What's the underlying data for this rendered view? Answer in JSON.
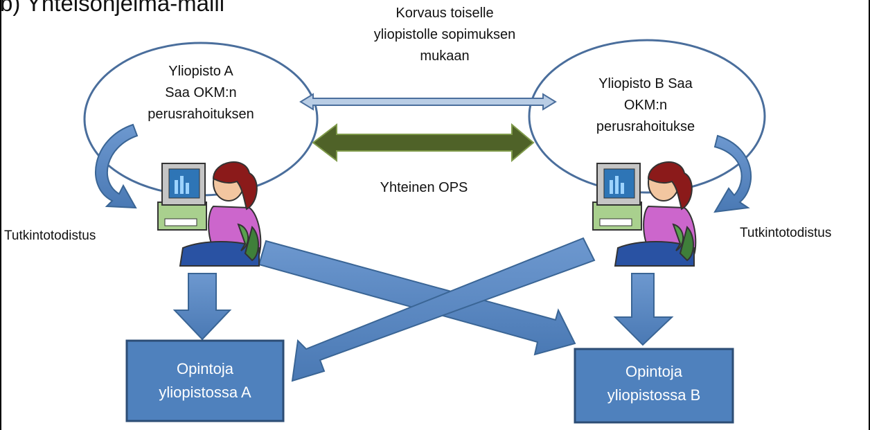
{
  "title": "b) Yhteisohjelma-malli",
  "university_a": {
    "lines": [
      "Yliopisto A",
      "Saa OKM:n",
      "perusrahoituksen"
    ]
  },
  "university_b": {
    "lines": [
      "Yliopisto B Saa",
      "OKM:n",
      "perusrahoitukse"
    ]
  },
  "compensation_note": {
    "lines": [
      "Korvaus toiselle",
      "yliopistolle sopimuksen",
      "mukaan"
    ]
  },
  "shared_curriculum": "Yhteinen OPS",
  "degree_certificate_left": "Tutkintotodistus",
  "degree_certificate_right": "Tutkintotodistus",
  "studies_a": {
    "lines": [
      "Opintoja",
      "yliopistossa A"
    ]
  },
  "studies_b": {
    "lines": [
      "Opintoja",
      "yliopistossa B"
    ]
  },
  "colors": {
    "ellipse_stroke": "#4a6e9c",
    "arrow_fill": "#4f81bd",
    "arrow_stroke": "#3a6595",
    "ops_arrow_fill": "#4f6228",
    "box_fill": "#4f81bd",
    "box_stroke": "#2c4d75"
  }
}
